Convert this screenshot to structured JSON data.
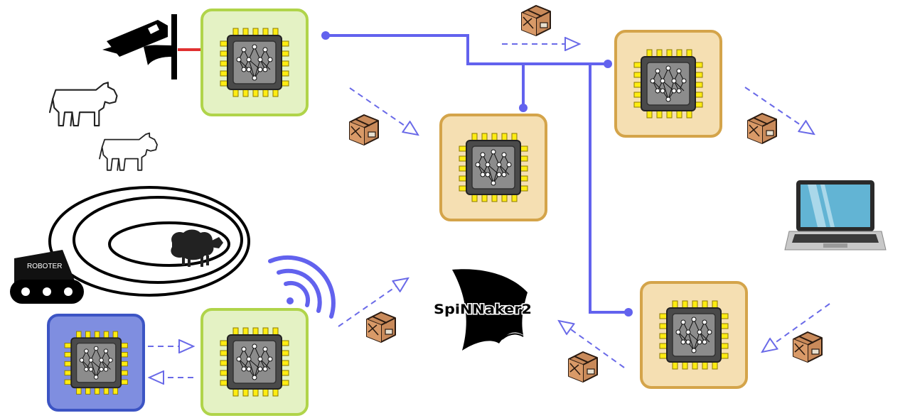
{
  "robot": {
    "label": "ROBOTER"
  },
  "logo": {
    "text": "SpiNNaker2"
  },
  "colors": {
    "wire": "#6262ee",
    "flow": "#6a6ae8",
    "camera_link": "#e03030",
    "green_fill": "#e4f2c4",
    "green_border": "#b0d44a",
    "orange_fill": "#f5dfb2",
    "orange_border": "#d4a44a",
    "blue_fill": "#7f8ee0",
    "blue_border": "#3c54c4",
    "pin": "#ffec12",
    "package": "#c98a5a"
  },
  "nodes": [
    {
      "id": "node-camera-green",
      "kind": "green"
    },
    {
      "id": "node-center-orange",
      "kind": "orange"
    },
    {
      "id": "node-top-right-orange",
      "kind": "orange"
    },
    {
      "id": "node-robot-green",
      "kind": "green"
    },
    {
      "id": "node-robot-blue",
      "kind": "blue"
    },
    {
      "id": "node-bottom-right-orange",
      "kind": "orange"
    }
  ]
}
